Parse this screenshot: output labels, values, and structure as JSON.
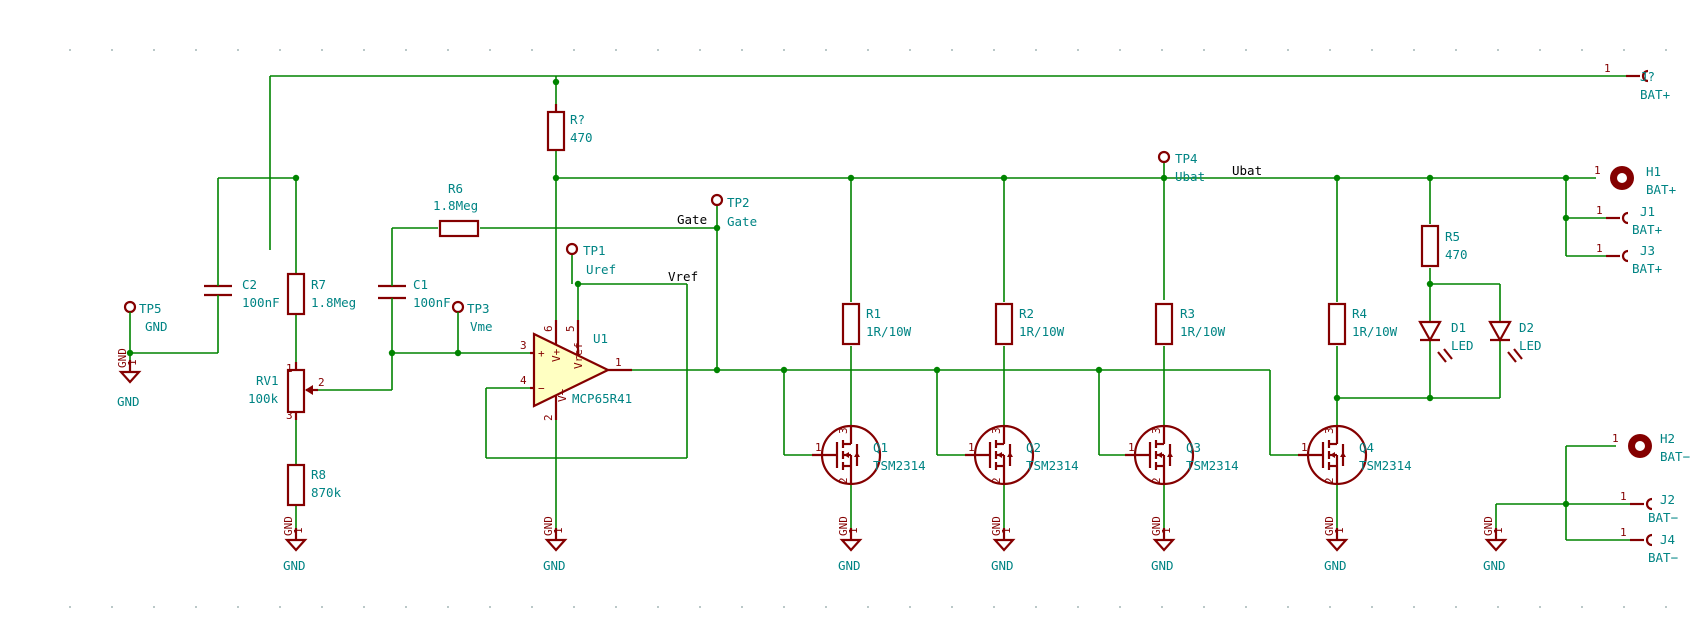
{
  "colors": {
    "wire": "#008400",
    "symbol": "#840000",
    "text": "#008484",
    "net_label": "#000000",
    "opamp_fill": "#ffffc2",
    "background": "#ffffff"
  },
  "components": {
    "r_top": {
      "ref": "R?",
      "value": "470"
    },
    "r6": {
      "ref": "R6",
      "value": "1.8Meg"
    },
    "r7": {
      "ref": "R7",
      "value": "1.8Meg"
    },
    "r8": {
      "ref": "R8",
      "value": "870k"
    },
    "rv1": {
      "ref": "RV1",
      "value": "100k",
      "pin1": "1",
      "pin2": "2",
      "pin3": "3"
    },
    "c1": {
      "ref": "C1",
      "value": "100nF"
    },
    "c2": {
      "ref": "C2",
      "value": "100nF"
    },
    "u1": {
      "ref": "U1",
      "value": "MCP65R41",
      "pin_plus": "+",
      "pin_minus": "−",
      "pin_vplus": "V+",
      "pin_vminus": "V−",
      "pin_vref": "Vref",
      "p1": "1",
      "p2": "2",
      "p3": "3",
      "p4": "4",
      "p5": "5",
      "p6": "6"
    },
    "r1": {
      "ref": "R1",
      "value": "1R/10W"
    },
    "r2": {
      "ref": "R2",
      "value": "1R/10W"
    },
    "r3": {
      "ref": "R3",
      "value": "1R/10W"
    },
    "r4": {
      "ref": "R4",
      "value": "1R/10W"
    },
    "r5": {
      "ref": "R5",
      "value": "470"
    },
    "d1": {
      "ref": "D1",
      "value": "LED"
    },
    "d2": {
      "ref": "D2",
      "value": "LED"
    },
    "q1": {
      "ref": "Q1",
      "value": "TSM2314"
    },
    "q2": {
      "ref": "Q2",
      "value": "TSM2314"
    },
    "q3": {
      "ref": "Q3",
      "value": "TSM2314"
    },
    "q4": {
      "ref": "Q4",
      "value": "TSM2314"
    },
    "mos_pins": {
      "gate": "1",
      "source": "2",
      "drain": "3"
    },
    "tp1": {
      "ref": "TP1",
      "value": "Uref"
    },
    "tp2": {
      "ref": "TP2",
      "value": "Gate"
    },
    "tp3": {
      "ref": "TP3",
      "value": "Vme"
    },
    "tp4": {
      "ref": "TP4",
      "value": "Ubat"
    },
    "tp5": {
      "ref": "TP5",
      "value": "GND"
    },
    "j_top": {
      "ref": "J?",
      "value": "BAT+",
      "pin": "1"
    },
    "j1": {
      "ref": "J1",
      "value": "BAT+",
      "pin": "1"
    },
    "j2": {
      "ref": "J2",
      "value": "BAT−",
      "pin": "1"
    },
    "j3": {
      "ref": "J3",
      "value": "BAT+",
      "pin": "1"
    },
    "j4": {
      "ref": "J4",
      "value": "BAT−",
      "pin": "1"
    },
    "h1": {
      "ref": "H1",
      "value": "BAT+",
      "pin": "1"
    },
    "h2": {
      "ref": "H2",
      "value": "BAT−",
      "pin": "1"
    }
  },
  "net_labels": {
    "gate": "Gate",
    "vref": "Vref",
    "ubat": "Ubat"
  },
  "power": {
    "gnd_label": "GND",
    "gnd_pin_name": "GND",
    "gnd_pin": "1"
  }
}
